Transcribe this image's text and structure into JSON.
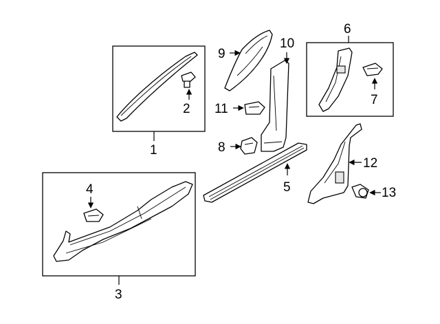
{
  "callouts": {
    "c1": "1",
    "c2": "2",
    "c3": "3",
    "c4": "4",
    "c5": "5",
    "c6": "6",
    "c7": "7",
    "c8": "8",
    "c9": "9",
    "c10": "10",
    "c11": "11",
    "c12": "12",
    "c13": "13"
  },
  "colors": {
    "line": "#000000",
    "background": "#ffffff",
    "shading": "#e6e6e6"
  }
}
